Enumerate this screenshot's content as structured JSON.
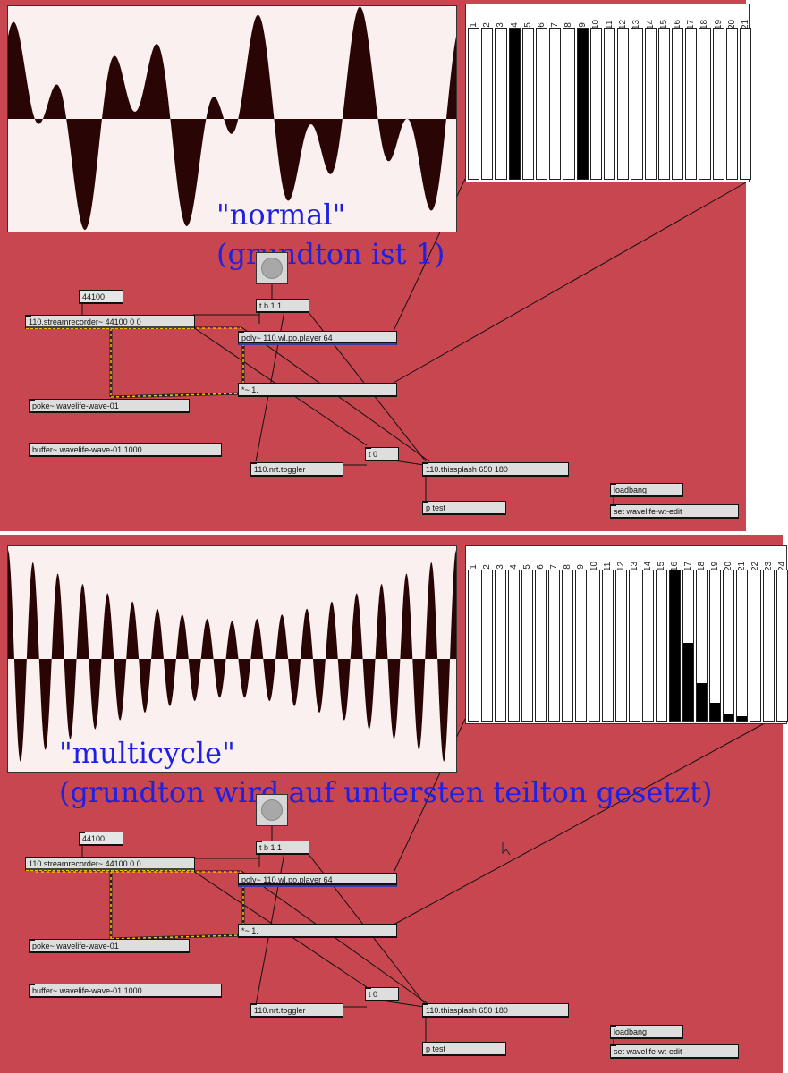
{
  "colors": {
    "patch_bg": "#c84650",
    "comment": "#2020e0",
    "wave_fill": "#2a0506",
    "wave_bg": "#faf0f0"
  },
  "patches": [
    {
      "id": "normal",
      "comment_title": "\"normal\"",
      "comment_sub": "(grundton ist 1)",
      "wave_icon": "waveform-display",
      "bar_labels": [
        "1",
        "2",
        "3",
        "4",
        "5",
        "6",
        "7",
        "8",
        "9",
        "10",
        "11",
        "12",
        "13",
        "14",
        "15",
        "16",
        "17",
        "18",
        "19",
        "20",
        "21"
      ],
      "bar_levels": [
        0,
        0,
        0,
        1,
        0,
        0,
        0,
        0,
        1,
        0,
        0,
        0,
        0,
        0,
        0,
        0,
        0,
        0,
        0,
        0,
        0
      ],
      "objects": {
        "sr_number": "44100",
        "streamrecorder": "110.streamrecorder~ 44100 0 0",
        "tb": "t b 1 1",
        "poly": "poly~ 110.wl.po.player 64",
        "mult": "*~ 1.",
        "poke": "poke~ wavelife-wave-01",
        "buffer": "buffer~ wavelife-wave-01 1000.",
        "t0": "t 0",
        "toggler": "110.nrt.toggler",
        "thissplash": "110.thissplash 650 180",
        "ptest": "p test",
        "loadbang": "loadbang",
        "setmsg": "set wavelife-wt-edit"
      }
    },
    {
      "id": "multicycle",
      "comment_title": "\"multicycle\"",
      "comment_sub": "(grundton wird auf untersten teilton gesetzt)",
      "wave_icon": "waveform-display",
      "bar_labels": [
        "1",
        "2",
        "3",
        "4",
        "5",
        "6",
        "7",
        "8",
        "9",
        "10",
        "11",
        "12",
        "13",
        "14",
        "15",
        "16",
        "17",
        "18",
        "19",
        "20",
        "21",
        "22",
        "23",
        "24"
      ],
      "bar_levels": [
        0,
        0,
        0,
        0,
        0,
        0,
        0,
        0,
        0,
        0,
        0,
        0,
        0,
        0,
        0,
        1,
        0.52,
        0.25,
        0.12,
        0.05,
        0.03,
        0,
        0,
        0
      ],
      "objects": {
        "sr_number": "44100",
        "streamrecorder": "110.streamrecorder~ 44100 0 0",
        "tb": "t b 1 1",
        "poly": "poly~ 110.wl.po.player 64",
        "mult": "*~ 1.",
        "poke": "poke~ wavelife-wave-01",
        "buffer": "buffer~ wavelife-wave-01 1000.",
        "t0": "t 0",
        "toggler": "110.nrt.toggler",
        "thissplash": "110.thissplash 650 180",
        "ptest": "p test",
        "loadbang": "loadbang",
        "setmsg": "set wavelife-wt-edit"
      }
    }
  ]
}
